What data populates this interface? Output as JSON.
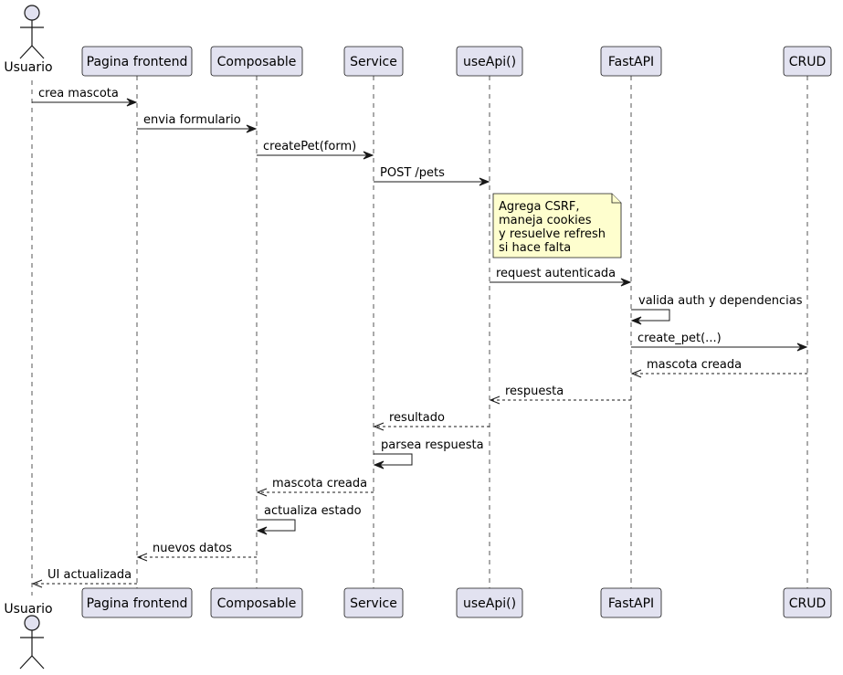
{
  "participants": [
    {
      "id": "usuario",
      "label": "Usuario",
      "kind": "actor"
    },
    {
      "id": "pagina",
      "label": "Pagina frontend",
      "kind": "participant"
    },
    {
      "id": "composable",
      "label": "Composable",
      "kind": "participant"
    },
    {
      "id": "service",
      "label": "Service",
      "kind": "participant"
    },
    {
      "id": "useapi",
      "label": "useApi()",
      "kind": "participant"
    },
    {
      "id": "fastapi",
      "label": "FastAPI",
      "kind": "participant"
    },
    {
      "id": "crud",
      "label": "CRUD",
      "kind": "participant"
    }
  ],
  "messages": [
    {
      "from": "usuario",
      "to": "pagina",
      "label": "crea mascota",
      "style": "sync"
    },
    {
      "from": "pagina",
      "to": "composable",
      "label": "envia formulario",
      "style": "sync"
    },
    {
      "from": "composable",
      "to": "service",
      "label": "createPet(form)",
      "style": "sync"
    },
    {
      "from": "service",
      "to": "useapi",
      "label": "POST /pets",
      "style": "sync"
    },
    {
      "from": "useapi",
      "to": "fastapi",
      "label": "request autenticada",
      "style": "sync"
    },
    {
      "from": "fastapi",
      "to": "fastapi",
      "label": "valida auth y dependencias",
      "style": "self"
    },
    {
      "from": "fastapi",
      "to": "crud",
      "label": "create_pet(...)",
      "style": "sync"
    },
    {
      "from": "crud",
      "to": "fastapi",
      "label": "mascota creada",
      "style": "reply"
    },
    {
      "from": "fastapi",
      "to": "useapi",
      "label": "respuesta",
      "style": "reply"
    },
    {
      "from": "useapi",
      "to": "service",
      "label": "resultado",
      "style": "reply"
    },
    {
      "from": "service",
      "to": "service",
      "label": "parsea respuesta",
      "style": "self"
    },
    {
      "from": "service",
      "to": "composable",
      "label": "mascota creada",
      "style": "reply"
    },
    {
      "from": "composable",
      "to": "composable",
      "label": "actualiza estado",
      "style": "self"
    },
    {
      "from": "composable",
      "to": "pagina",
      "label": "nuevos datos",
      "style": "reply"
    },
    {
      "from": "pagina",
      "to": "usuario",
      "label": "UI actualizada",
      "style": "reply"
    }
  ],
  "note": {
    "over": "useapi",
    "lines": [
      "Agrega CSRF,",
      "maneja cookies",
      "y resuelve refresh",
      "si hace falta"
    ]
  },
  "colors": {
    "participant_fill": "#e2e2f0",
    "note_fill": "#fefece",
    "line": "#181818"
  }
}
